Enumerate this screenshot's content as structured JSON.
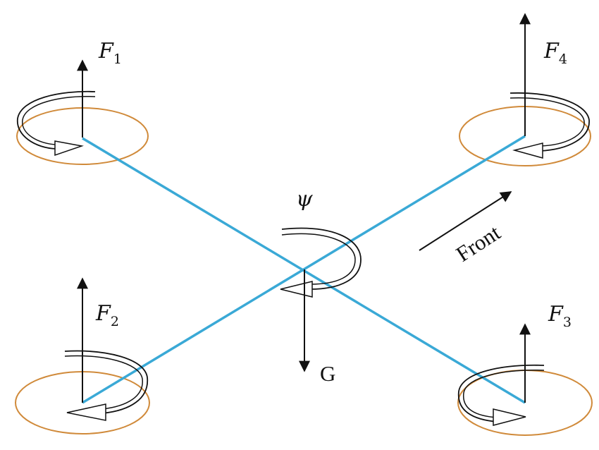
{
  "colors": {
    "arm": "#3aa9d6",
    "rotor": "#d08a3a",
    "ink": "#111111",
    "spin_arrow_fill": "#ffffff"
  },
  "forces": [
    {
      "symbol": "F",
      "subscript": "1"
    },
    {
      "symbol": "F",
      "subscript": "2"
    },
    {
      "symbol": "F",
      "subscript": "3"
    },
    {
      "symbol": "F",
      "subscript": "4"
    }
  ],
  "yaw": {
    "symbol": "ψ"
  },
  "gravity": {
    "label": "G"
  },
  "direction": {
    "label": "Front"
  }
}
